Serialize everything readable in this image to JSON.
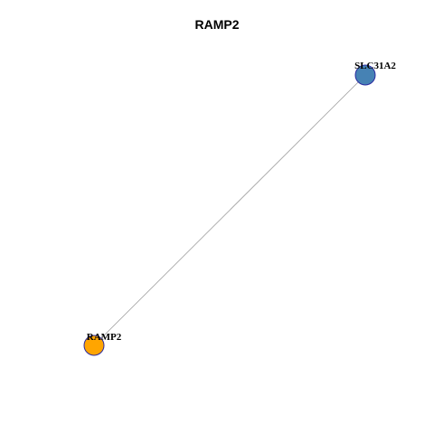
{
  "graph": {
    "title": "RAMP2",
    "nodes": [
      {
        "id": "SLC31A2",
        "label": "SLC31A2",
        "fill": "#4682b4",
        "stroke": "#2a2aa0"
      },
      {
        "id": "RAMP2",
        "label": "RAMP2",
        "fill": "#ffa500",
        "stroke": "#2a2aa0"
      }
    ],
    "edges": [
      {
        "source": "RAMP2",
        "target": "SLC31A2",
        "color": "#a0a0a0"
      }
    ]
  }
}
